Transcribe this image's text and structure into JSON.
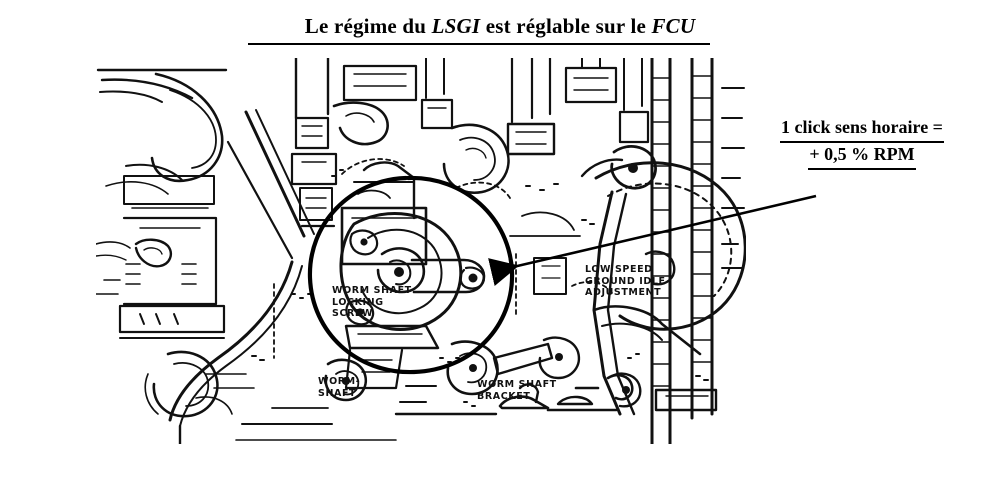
{
  "title": {
    "before_lsgi": "Le régime du ",
    "lsgi": "LSGI",
    "middle": " est réglable sur le ",
    "fcu": "FCU",
    "full": "Le régime du LSGI est réglable sur le FCU"
  },
  "note": {
    "line1": "1 click sens horaire =",
    "line2": "+ 0,5 % RPM"
  },
  "figure": {
    "caption_labels": {
      "worm_shaft_locking_screw": "WORM SHAFT\nLOCKING\nSCREW",
      "low_speed_ground_idle": "LOW SPEED\nGROUND IDLE\nADJUSTMENT",
      "worm_shaft": "WORM-\nSHAFT",
      "worm_shaft_bracket": "WORM SHAFT\nBRACKET"
    },
    "annotation_shapes": {
      "highlight_circle": "hand-drawn-circle",
      "pointer": "arrow-to-circle"
    }
  },
  "colors": {
    "ink": "#000000",
    "background": "#ffffff",
    "line_art": "#111111"
  }
}
